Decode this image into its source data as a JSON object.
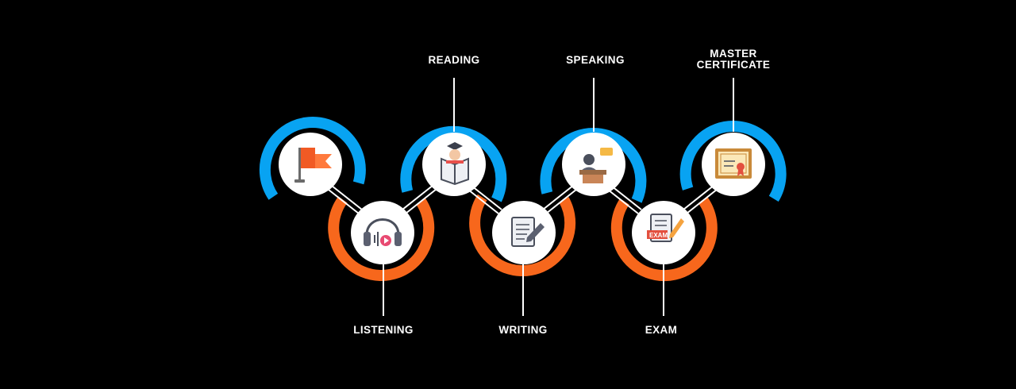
{
  "steps": [
    {
      "key": "start",
      "label": "",
      "icon": "flag-icon",
      "arc": "top",
      "side": "none"
    },
    {
      "key": "listening",
      "label": "LISTENING",
      "icon": "headphones-icon",
      "arc": "bottom",
      "side": "below"
    },
    {
      "key": "reading",
      "label": "READING",
      "icon": "student-reading-icon",
      "arc": "top",
      "side": "above"
    },
    {
      "key": "writing",
      "label": "WRITING",
      "icon": "notebook-pencil-icon",
      "arc": "bottom",
      "side": "below"
    },
    {
      "key": "speaking",
      "label": "SPEAKING",
      "icon": "speaker-podium-icon",
      "arc": "top",
      "side": "above"
    },
    {
      "key": "exam",
      "label": "EXAM",
      "icon": "exam-paper-icon",
      "arc": "bottom",
      "side": "below"
    },
    {
      "key": "certificate",
      "label": "MASTER\nCERTIFICATE",
      "icon": "certificate-icon",
      "arc": "top",
      "side": "above"
    }
  ],
  "colors": {
    "top_arc": "#08a3f2",
    "bottom_arc": "#f7671c",
    "background": "#000000",
    "circle": "#ffffff"
  }
}
